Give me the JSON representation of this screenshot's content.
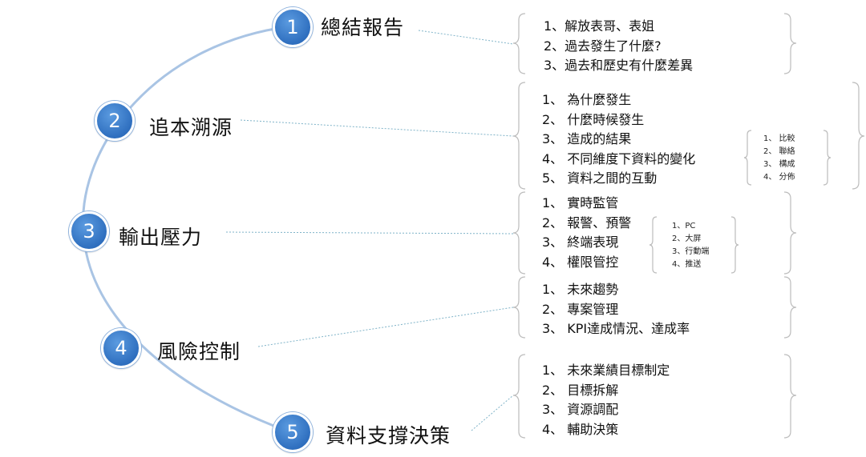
{
  "steps": [
    {
      "number": "1",
      "title": "總結報告",
      "items": [
        "1、解放表哥、表姐",
        "2、過去發生了什麼?",
        "3、過去和歷史有什麼差異"
      ]
    },
    {
      "number": "2",
      "title": "追本溯源",
      "items": [
        "1、 為什麼發生",
        "2、 什麼時候發生",
        "3、 造成的結果",
        "4、 不同維度下資料的變化",
        "5、 資料之間的互動"
      ],
      "subitems": [
        "1、 比較",
        "2、 聯絡",
        "3、 構成",
        "4、 分佈"
      ]
    },
    {
      "number": "3",
      "title": "輸出壓力",
      "items": [
        "1、 實時監管",
        "2、 報警、預警",
        "3、 終端表現",
        "4、 權限管控"
      ],
      "subitems": [
        "1、PC",
        "2、大屏",
        "3、行動端",
        "4、推送"
      ]
    },
    {
      "number": "4",
      "title": "風險控制",
      "items": [
        "1、 未來趨勢",
        "2、 專案管理",
        "3、 KPI達成情況、達成率"
      ]
    },
    {
      "number": "5",
      "title": "資料支撐決策",
      "items": [
        "1、 未來業績目標制定",
        "2、 目標拆解",
        "3、 資源調配",
        "4、 輔助決策"
      ]
    }
  ],
  "colors": {
    "arc": "#a9c4e4",
    "circle": "#2f6fbf",
    "bracket": "#bcbcbc",
    "connector": "#7fb3c8"
  }
}
